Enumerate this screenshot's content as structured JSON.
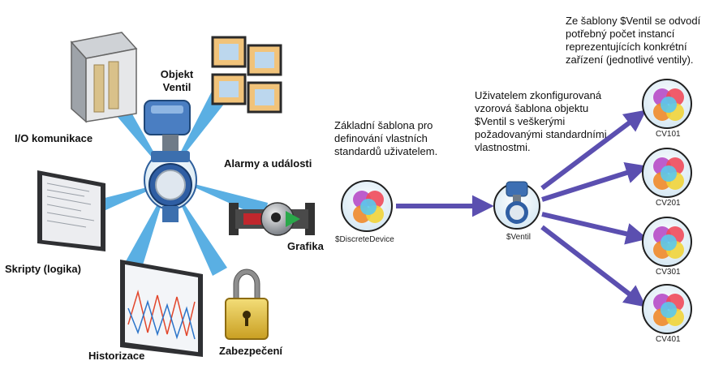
{
  "hub": {
    "title_line1": "Objekt",
    "title_line2": "Ventil",
    "features": {
      "io": "I/O komunikace",
      "alarms": "Alarmy a události",
      "graphics": "Grafika",
      "scripts": "Skripty (logika)",
      "history": "Historizace",
      "security": "Zabezpečení"
    }
  },
  "flow": {
    "base_note": "Základní šablona pro definování vlastních standardů uživatelem.",
    "base_label": "$DiscreteDevice",
    "template_note": "Uživatelem zkonfigurovaná vzorová šablona objektu $Ventil s veškerými požadovanými standardními vlastnostmi.",
    "template_label": "$Ventil",
    "instances_note": "Ze šablony $Ventil se odvodí potřebný počet instancí reprezentujících konkrétní zařízení (jednotlivé ventily).",
    "instances": [
      "CV101",
      "CV201",
      "CV301",
      "CV401"
    ]
  },
  "colors": {
    "arrow": "#5b4fb0",
    "ray": "#4aa6dc",
    "valve_blue": "#3d6fb3",
    "lock_gold": "#e7c443"
  }
}
